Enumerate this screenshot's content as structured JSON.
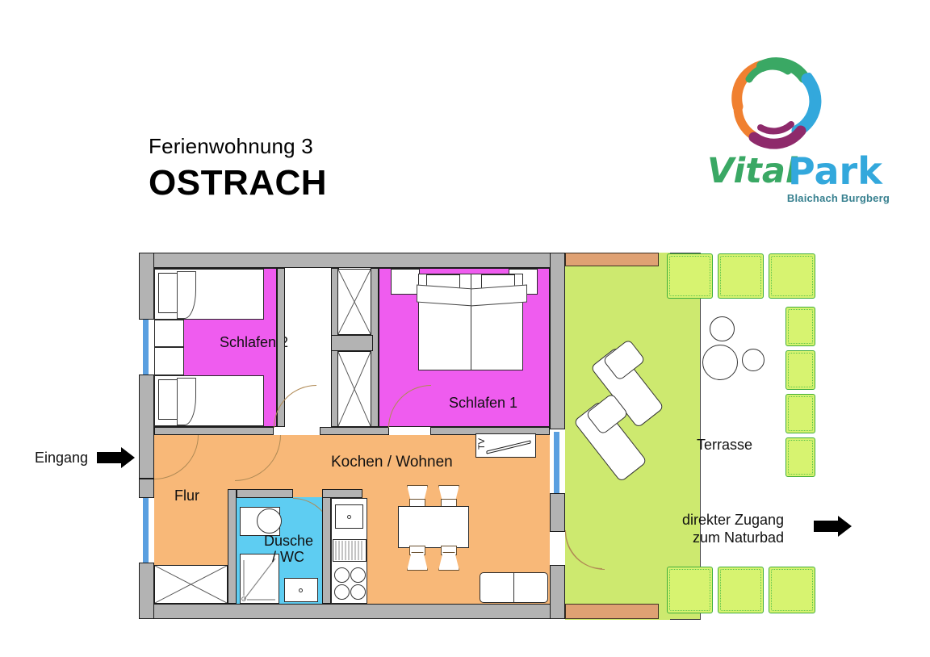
{
  "header": {
    "subtitle": "Ferienwohnung 3",
    "title": "OSTRACH"
  },
  "logo": {
    "word_vital": "Vital",
    "word_park": "Park",
    "tagline": "Blaichach Burgberg",
    "colors": {
      "green": "#3aa864",
      "orange": "#f08030",
      "purple": "#8e2a6b",
      "blue": "#33a8dc",
      "vital_text": "#3aa864",
      "park_text": "#33a8dc",
      "tagline_text": "#37808f"
    }
  },
  "floorplan": {
    "rooms": [
      {
        "name": "Schlafen 2",
        "color": "#ef5cef"
      },
      {
        "name": "Schlafen 1",
        "color": "#ef5cef"
      },
      {
        "name": "Flur",
        "color": "#f8b878"
      },
      {
        "name": "Dusche\n/ WC",
        "color": "#5ecdf2"
      },
      {
        "name": "Kochen / Wohnen",
        "color": "#f8b878"
      },
      {
        "name": "Terrasse",
        "color": "#cde96f"
      }
    ],
    "labels": {
      "schlafen2": "Schlafen 2",
      "schlafen1": "Schlafen 1",
      "flur": "Flur",
      "dusche_line1": "Dusche",
      "dusche_line2": "/ WC",
      "kochen_wohnen": "Kochen / Wohnen",
      "terrasse": "Terrasse",
      "tv": "TV"
    },
    "annotations": {
      "entrance": "Eingang",
      "access_line1": "direkter Zugang",
      "access_line2": "zum Naturbad"
    },
    "palette": {
      "wall": "#b3b3b3",
      "wall_outline": "#1a1a1a",
      "bedroom": "#ef5cef",
      "living": "#f8b878",
      "bath": "#5ecdf2",
      "terrace": "#cde96f",
      "hedge": "#d7f370",
      "hedge_outline": "#3fae3a",
      "window": "#5a9fe0",
      "deck": "#dfa173",
      "furniture": "#ffffff"
    }
  }
}
